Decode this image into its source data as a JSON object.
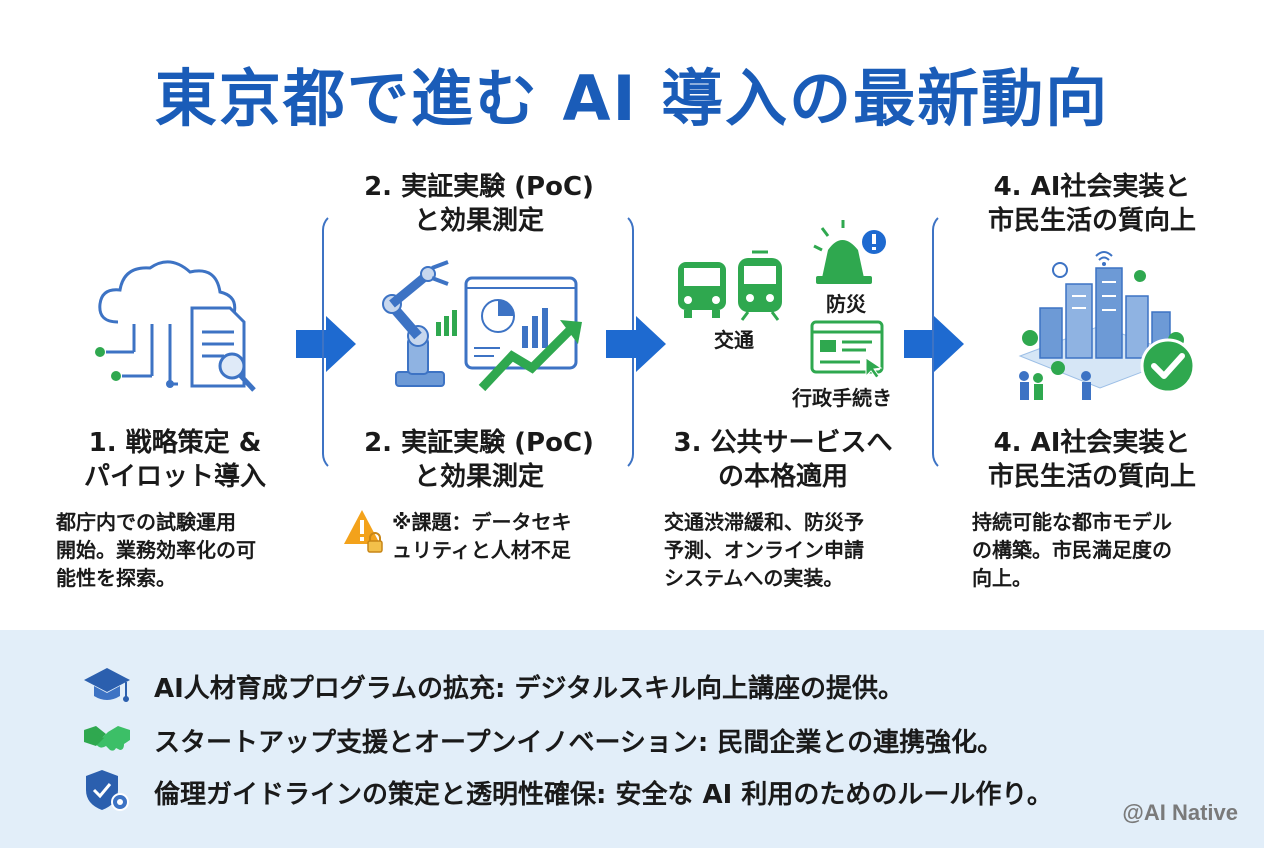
{
  "title": "東京都で進む AI 導入の最新動向",
  "stages": [
    {
      "label_line1": "1. 戦略策定 &",
      "label_line2": "パイロット導入",
      "desc": [
        "都庁内での試験運用",
        "開始。業務効率化の可",
        "能性を探索。"
      ]
    },
    {
      "top_line1": "2. 実証実験 (PoC)",
      "top_line2": "と効果測定",
      "label_line1": "2. 実証実験 (PoC)",
      "label_line2": "と効果測定",
      "desc": [
        "※課題：データセキ",
        "ュリティと人材不足"
      ]
    },
    {
      "label_line1": "3. 公共サービスへ",
      "label_line2": "の本格適用",
      "icon_labels": {
        "transport": "交通",
        "disaster": "防災",
        "admin": "行政手続き"
      },
      "desc": [
        "交通渋滞緩和、防災予",
        "予測、オンライン申請",
        "システムへの実装。"
      ]
    },
    {
      "top_line1": "4. AI社会実装と",
      "top_line2": "市民生活の質向上",
      "label_line1": "4. AI社会実装と",
      "label_line2": "市民生活の質向上",
      "desc": [
        "持続可能な都市モデル",
        "の構築。市民満足度の",
        "向上。"
      ]
    }
  ],
  "bullets": [
    {
      "icon": "graduation-cap-icon",
      "text": "AI人材育成プログラムの拡充: デジタルスキル向上講座の提供。"
    },
    {
      "icon": "handshake-icon",
      "text": "スタートアップ支援とオープンイノベーション: 民間企業との連携強化。"
    },
    {
      "icon": "shield-gear-icon",
      "text": "倫理ガイドラインの策定と透明性確保: 安全な AI 利用のためのルール作り。"
    }
  ],
  "watermark": "@AI Native",
  "colors": {
    "title": "#1a5cb8",
    "arrow": "#1e6ad0",
    "bottom_bg": "#e2eef9",
    "green": "#2fa84f"
  }
}
